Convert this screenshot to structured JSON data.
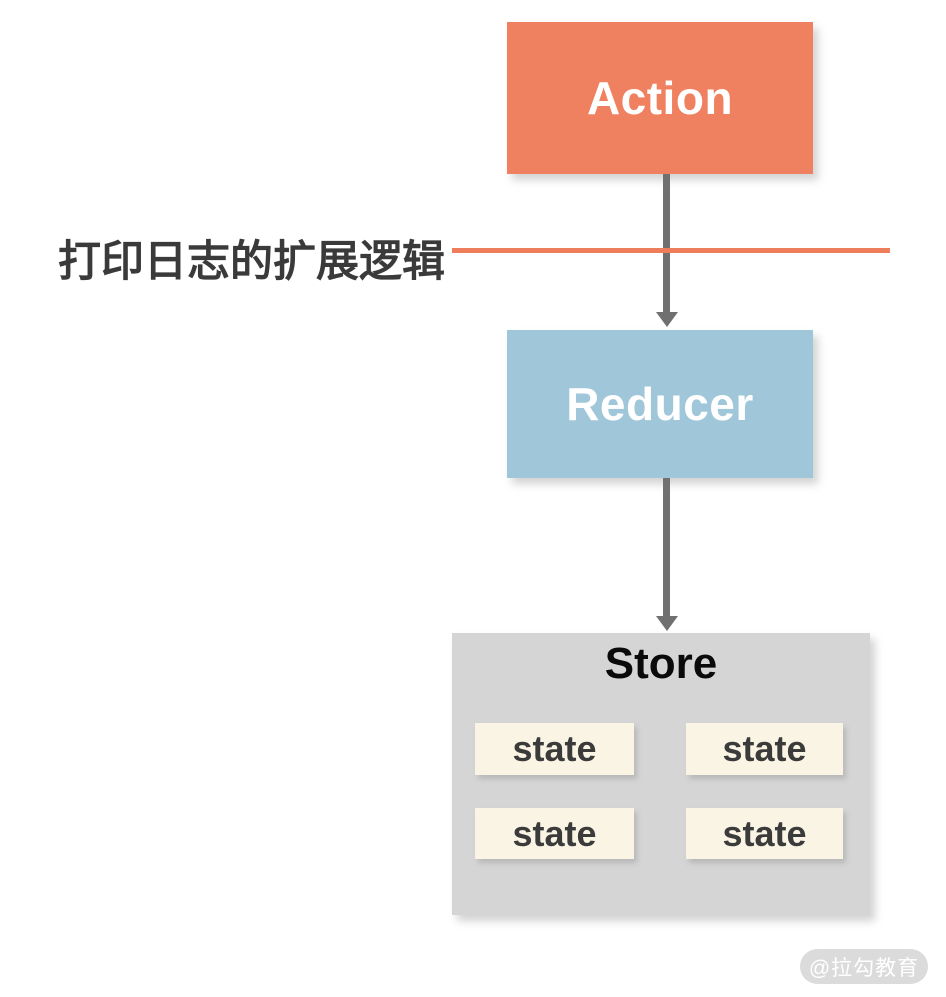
{
  "diagram": {
    "annotation": {
      "label": "打印日志的扩展逻辑",
      "line_color": "#ED7D5B"
    },
    "nodes": {
      "action": {
        "label": "Action",
        "fill": "#EF8161",
        "text_color": "#FFFFFF"
      },
      "reducer": {
        "label": "Reducer",
        "fill": "#A0C6D9",
        "text_color": "#FFFFFF"
      },
      "store": {
        "label": "Store",
        "fill": "#D5D5D5",
        "text_color": "#0A0A0A",
        "state_fill": "#FAF4E4",
        "state_text_color": "#3B3B3B",
        "states": [
          {
            "label": "state"
          },
          {
            "label": "state"
          },
          {
            "label": "state"
          },
          {
            "label": "state"
          }
        ]
      }
    },
    "arrow_color": "#707070",
    "watermark": {
      "label": "@拉勾教育"
    }
  }
}
